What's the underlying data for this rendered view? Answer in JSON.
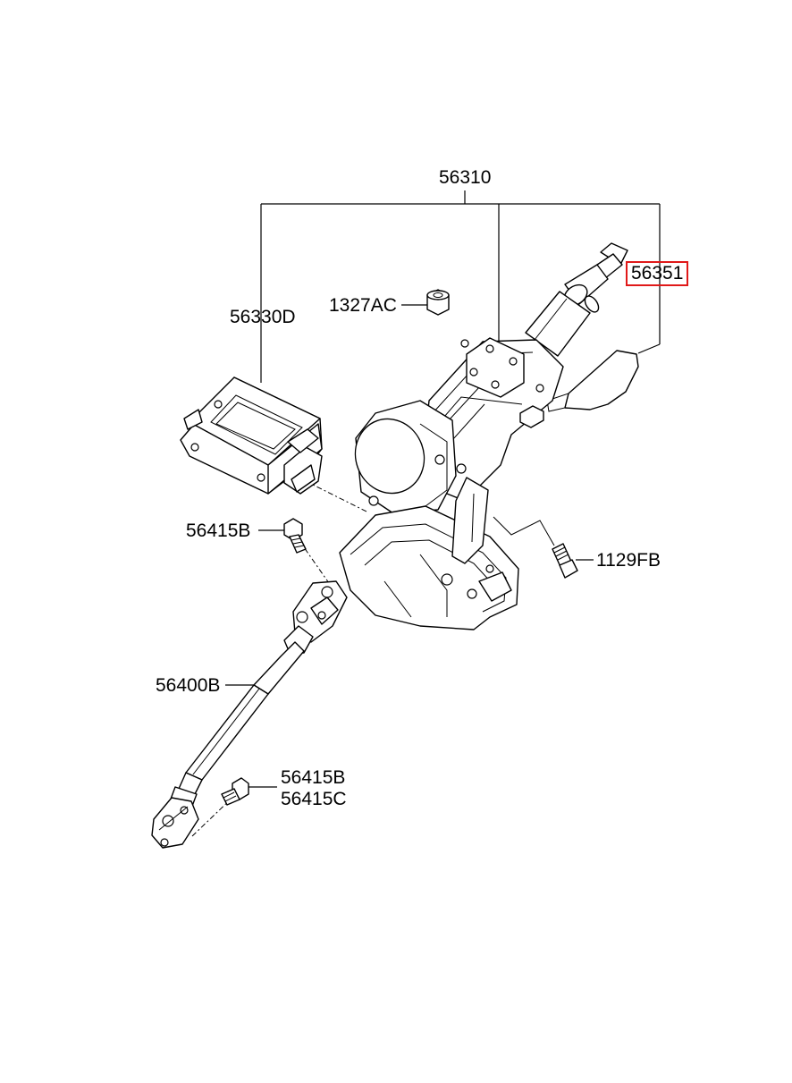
{
  "diagram": {
    "labels": {
      "assembly": "56310",
      "rotor_shaft": "56351",
      "control_unit": "56330D",
      "cap_nut": "1327AC",
      "bolt_top": "56415B",
      "mount_bolt": "1129FB",
      "intermediate_shaft": "56400B",
      "bolt_bottom_1": "56415B",
      "bolt_bottom_2": "56415C"
    },
    "highlight_color": "#e01919"
  }
}
